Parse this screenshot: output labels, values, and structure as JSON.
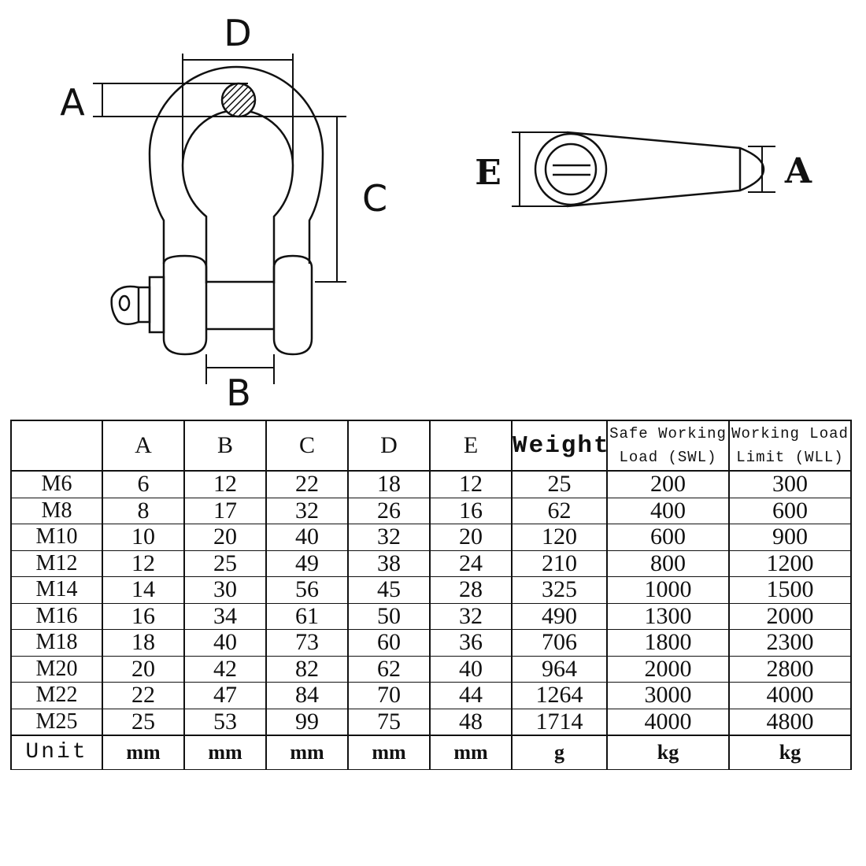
{
  "diagram": {
    "front_labels": {
      "d": "D",
      "a": "A",
      "c": "C",
      "b": "B"
    },
    "side_labels": {
      "e": "E",
      "a": "A"
    }
  },
  "table": {
    "headers": [
      "",
      "A",
      "B",
      "C",
      "D",
      "E",
      "Weight",
      "Safe Working Load (SWL)",
      "Working Load Limit (WLL)"
    ],
    "header_lines": {
      "swl": [
        "Safe Working",
        "Load (SWL)"
      ],
      "wll": [
        "Working Load",
        "Limit (WLL)"
      ]
    },
    "rows": [
      [
        "M6",
        "6",
        "12",
        "22",
        "18",
        "12",
        "25",
        "200",
        "300"
      ],
      [
        "M8",
        "8",
        "17",
        "32",
        "26",
        "16",
        "62",
        "400",
        "600"
      ],
      [
        "M10",
        "10",
        "20",
        "40",
        "32",
        "20",
        "120",
        "600",
        "900"
      ],
      [
        "M12",
        "12",
        "25",
        "49",
        "38",
        "24",
        "210",
        "800",
        "1200"
      ],
      [
        "M14",
        "14",
        "30",
        "56",
        "45",
        "28",
        "325",
        "1000",
        "1500"
      ],
      [
        "M16",
        "16",
        "34",
        "61",
        "50",
        "32",
        "490",
        "1300",
        "2000"
      ],
      [
        "M18",
        "18",
        "40",
        "73",
        "60",
        "36",
        "706",
        "1800",
        "2300"
      ],
      [
        "M20",
        "20",
        "42",
        "82",
        "62",
        "40",
        "964",
        "2000",
        "2800"
      ],
      [
        "M22",
        "22",
        "47",
        "84",
        "70",
        "44",
        "1264",
        "3000",
        "4000"
      ],
      [
        "M25",
        "25",
        "53",
        "99",
        "75",
        "48",
        "1714",
        "4000",
        "4800"
      ]
    ],
    "unit_row": [
      "Unit",
      "mm",
      "mm",
      "mm",
      "mm",
      "mm",
      "g",
      "kg",
      "kg"
    ]
  }
}
